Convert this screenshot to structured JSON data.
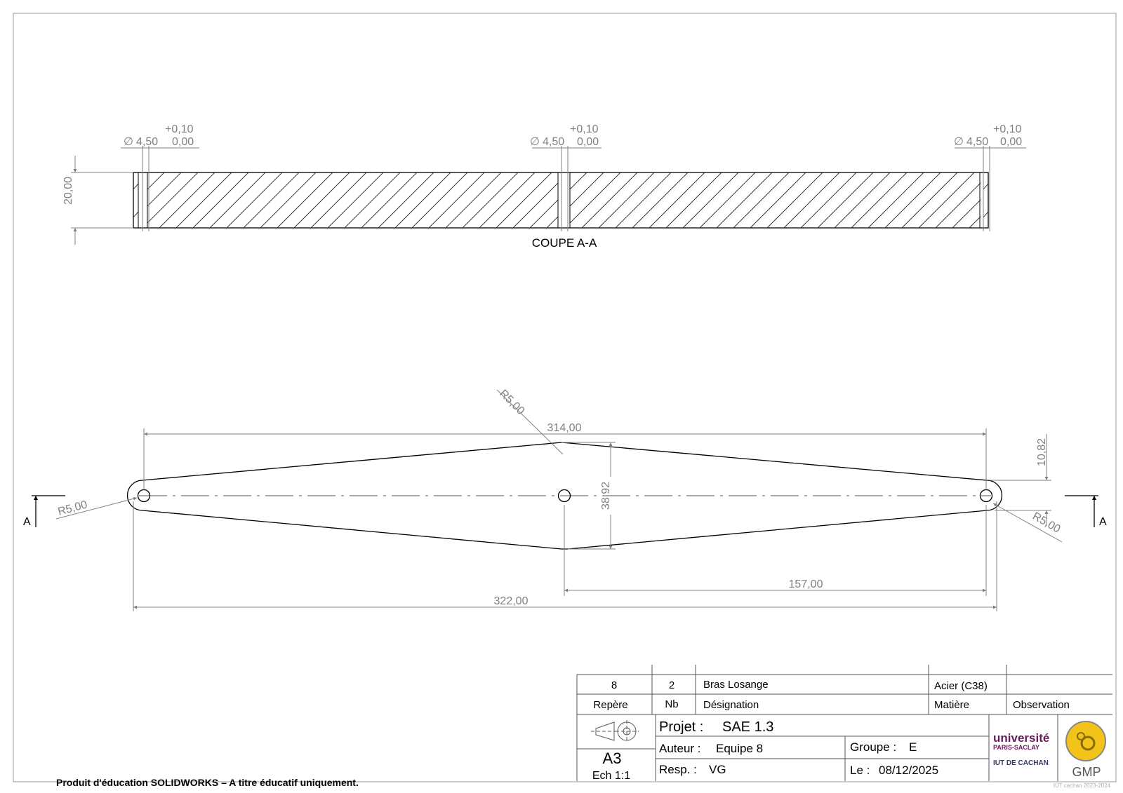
{
  "section_view": {
    "label": "COUPE A-A",
    "thickness": "20,00",
    "holes": [
      {
        "diameter": "4,50",
        "tol_upper": "+0,10",
        "tol_lower": "0,00"
      },
      {
        "diameter": "4,50",
        "tol_upper": "+0,10",
        "tol_lower": "0,00"
      },
      {
        "diameter": "4,50",
        "tol_upper": "+0,10",
        "tol_lower": "0,00"
      }
    ]
  },
  "front_view": {
    "overall_length": "322,00",
    "hole_spacing": "314,00",
    "half_spacing": "157,00",
    "max_width": "38,92",
    "end_offset": "10,82",
    "radius_top": "R5,00",
    "radius_left": "R5,00",
    "radius_right": "R5,00",
    "section_mark_left": "A",
    "section_mark_right": "A"
  },
  "title_block": {
    "row_values": {
      "repere": "8",
      "nb": "2",
      "designation": "Bras Losange",
      "matiere": "Acier (C38)",
      "observation": ""
    },
    "headers": {
      "repere": "Repère",
      "nb": "Nb",
      "designation": "Désignation",
      "matiere": "Matière",
      "observation": "Observation"
    },
    "format": "A3",
    "scale": "Ech  1:1",
    "projet_label": "Projet :",
    "projet_value": "SAE 1.3",
    "auteur_label": "Auteur :",
    "auteur_value": "Equipe 8",
    "groupe_label": "Groupe :",
    "groupe_value": "E",
    "resp_label": "Resp. :",
    "resp_value": "VG",
    "date_label": "Le :",
    "date_value": "08/12/2025",
    "logo_line1": "université",
    "logo_line2": "PARIS-SACLAY",
    "logo_line3": "IUT DE CACHAN",
    "gmp_label": "GMP",
    "copyright": "IUT cachan 2023-2024"
  },
  "watermark": "Produit d'éducation SOLIDWORKS – A titre éducatif uniquement.",
  "colors": {
    "ink": "#000000",
    "dimension": "#808080",
    "gmp_yellow": "#f2c318",
    "logo_purple": "#6a1b5d"
  }
}
